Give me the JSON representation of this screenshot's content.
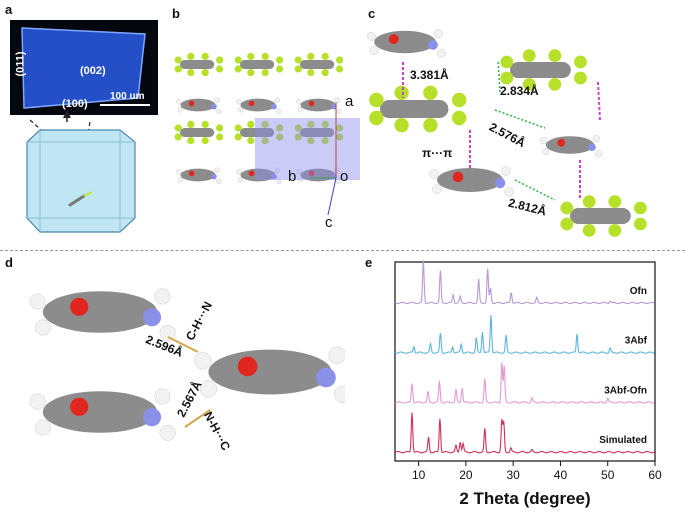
{
  "panels": {
    "a": {
      "label": "a",
      "facet_011": "(011)",
      "facet_002": "(002)",
      "facet_100": "(100)",
      "scale_bar": "100 um"
    },
    "b": {
      "label": "b",
      "axis_a": "a",
      "axis_b": "b",
      "axis_c": "c",
      "origin": "o"
    },
    "c": {
      "label": "c",
      "dist_1": "3.381Å",
      "dist_2": "2.834Å",
      "dist_3": "2.576Å",
      "dist_4": "2.812Å",
      "stacking": "π···π"
    },
    "d": {
      "label": "d",
      "hbond_ch": "C-H···N",
      "hbond_nh": "N-H···C",
      "dist_1": "2.596Å",
      "dist_2": "2.567Å"
    },
    "e": {
      "label": "e"
    }
  },
  "colors": {
    "crystal_blue": "#2b5ce8",
    "fluorine": "#b7e02a",
    "carbon": "#8c8c8c",
    "oxygen": "#e0261e",
    "nitrogen": "#8a90e8",
    "ofn": "#b59ad6",
    "abf": "#5fb4de",
    "abf_ofn": "#e39ad0",
    "simulated": "#d0305a"
  },
  "chart_data": {
    "type": "line",
    "xlabel": "2 Theta (degree)",
    "ylabel": "",
    "xlim": [
      5,
      60
    ],
    "x_ticks": [
      10,
      20,
      30,
      40,
      50,
      60
    ],
    "series": [
      {
        "name": "Ofn",
        "peaks": [
          [
            11.0,
            1.0
          ],
          [
            14.6,
            0.75
          ],
          [
            17.3,
            0.2
          ],
          [
            18.8,
            0.15
          ],
          [
            22.7,
            0.55
          ],
          [
            24.6,
            0.8
          ],
          [
            25.2,
            0.35
          ],
          [
            29.6,
            0.25
          ],
          [
            35.0,
            0.12
          ],
          [
            50.5,
            0.05
          ]
        ]
      },
      {
        "name": "3Abf",
        "peaks": [
          [
            9.0,
            0.15
          ],
          [
            12.5,
            0.2
          ],
          [
            14.6,
            0.45
          ],
          [
            17.2,
            0.15
          ],
          [
            19.0,
            0.2
          ],
          [
            22.2,
            0.35
          ],
          [
            23.5,
            0.5
          ],
          [
            25.3,
            0.9
          ],
          [
            28.5,
            0.4
          ],
          [
            43.5,
            0.45
          ],
          [
            50.5,
            0.1
          ]
        ]
      },
      {
        "name": "3Abf-Ofn",
        "peaks": [
          [
            8.6,
            0.45
          ],
          [
            12.0,
            0.25
          ],
          [
            14.4,
            0.5
          ],
          [
            17.9,
            0.3
          ],
          [
            19.2,
            0.35
          ],
          [
            24.0,
            0.55
          ],
          [
            27.6,
            0.95
          ],
          [
            28.1,
            0.85
          ],
          [
            34.0,
            0.1
          ],
          [
            50.0,
            0.1
          ]
        ]
      },
      {
        "name": "Simulated",
        "peaks": [
          [
            8.6,
            0.95
          ],
          [
            12.1,
            0.35
          ],
          [
            14.5,
            0.8
          ],
          [
            17.9,
            0.15
          ],
          [
            18.8,
            0.25
          ],
          [
            19.4,
            0.2
          ],
          [
            24.0,
            0.55
          ],
          [
            27.6,
            0.75
          ],
          [
            28.0,
            0.7
          ],
          [
            29.5,
            0.1
          ],
          [
            34.0,
            0.05
          ]
        ]
      }
    ]
  }
}
